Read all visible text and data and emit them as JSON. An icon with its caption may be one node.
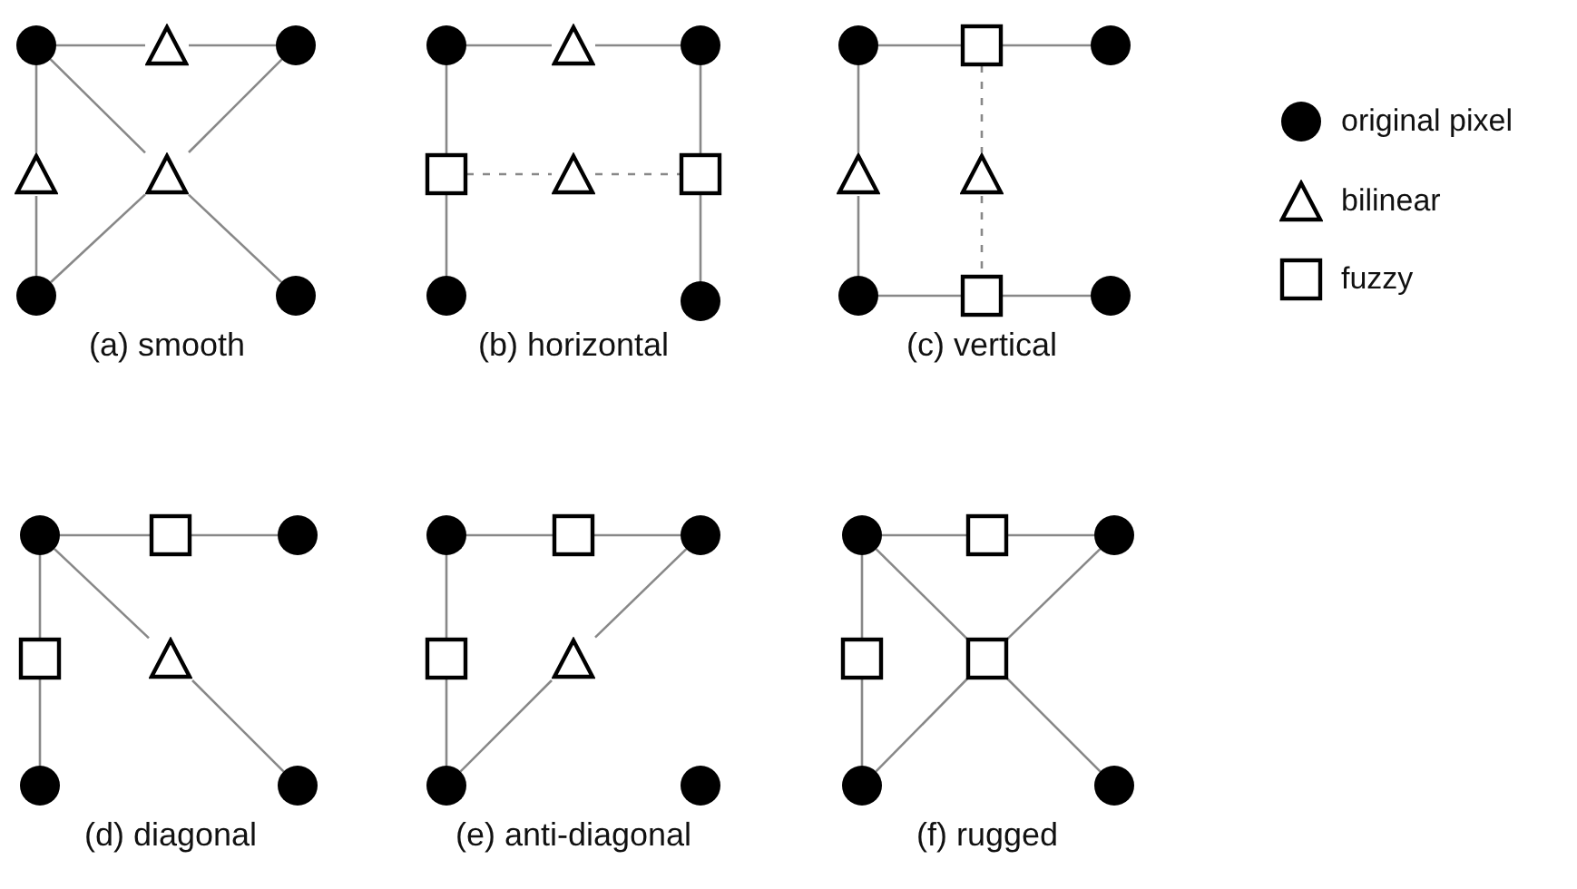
{
  "diagram": {
    "nodes": [
      {
        "text": [],
        "shape": "circle"
      },
      {
        "text": [],
        "shape": "triangle"
      },
      {
        "text": [],
        "shape": "circle"
      },
      {
        "text": [],
        "shape": "triangle"
      },
      {
        "text": [],
        "shape": "triangle"
      },
      {
        "text": [],
        "shape": "circle"
      },
      {
        "text": [],
        "shape": "circle"
      },
      {
        "text": [],
        "shape": "circle"
      },
      {
        "text": [],
        "shape": "triangle"
      },
      {
        "text": [],
        "shape": "circle"
      },
      {
        "text": [],
        "shape": "box"
      },
      {
        "text": [],
        "shape": "triangle"
      },
      {
        "text": [],
        "shape": "box"
      },
      {
        "text": [],
        "shape": "circle"
      },
      {
        "text": [],
        "shape": "circle"
      },
      {
        "text": [],
        "shape": "circle"
      },
      {
        "text": [],
        "shape": "box"
      },
      {
        "text": [],
        "shape": "circle"
      },
      {
        "text": [],
        "shape": "triangle"
      },
      {
        "text": [],
        "shape": "triangle"
      },
      {
        "text": [],
        "shape": "circle"
      },
      {
        "text": [],
        "shape": "box"
      },
      {
        "text": [],
        "shape": "circle"
      },
      {
        "text": [],
        "shape": "circle"
      },
      {
        "text": [],
        "shape": "box"
      },
      {
        "text": [],
        "shape": "circle"
      },
      {
        "text": [],
        "shape": "box"
      },
      {
        "text": [],
        "shape": "triangle"
      },
      {
        "text": [],
        "shape": "circle"
      },
      {
        "text": [],
        "shape": "circle"
      },
      {
        "text": [],
        "shape": "circle"
      },
      {
        "text": [],
        "shape": "box"
      },
      {
        "text": [],
        "shape": "circle"
      },
      {
        "text": [],
        "shape": "box"
      },
      {
        "text": [],
        "shape": "triangle"
      },
      {
        "text": [],
        "shape": "circle"
      },
      {
        "text": [],
        "shape": "circle"
      },
      {
        "text": [],
        "shape": "circle"
      },
      {
        "text": [],
        "shape": "box"
      },
      {
        "text": [],
        "shape": "circle"
      },
      {
        "text": [],
        "shape": "box"
      },
      {
        "text": [],
        "shape": "box"
      },
      {
        "text": [],
        "shape": "circle"
      },
      {
        "text": [],
        "shape": "circle"
      }
    ],
    "edges": [
      {
        "from": 0,
        "to": 1,
        "arrow": "none"
      },
      {
        "from": 1,
        "to": 2,
        "arrow": "none"
      },
      {
        "from": 0,
        "to": 3,
        "arrow": "none"
      },
      {
        "from": 3,
        "to": 5,
        "arrow": "none"
      },
      {
        "from": 0,
        "to": 4,
        "arrow": "none"
      },
      {
        "from": 2,
        "to": 4,
        "arrow": "none"
      },
      {
        "from": 4,
        "to": 5,
        "arrow": "none"
      },
      {
        "from": 4,
        "to": 6,
        "arrow": "none"
      },
      {
        "from": 7,
        "to": 8,
        "arrow": "none"
      },
      {
        "from": 8,
        "to": 9,
        "arrow": "none"
      },
      {
        "from": 7,
        "to": 10,
        "arrow": "none"
      },
      {
        "from": 10,
        "to": 13,
        "arrow": "none"
      },
      {
        "from": 9,
        "to": 12,
        "arrow": "none"
      },
      {
        "from": 12,
        "to": 14,
        "arrow": "none"
      },
      {
        "from": 10,
        "to": 11,
        "arrow": "none",
        "style": "dashed"
      },
      {
        "from": 11,
        "to": 12,
        "arrow": "none",
        "style": "dashed"
      },
      {
        "from": 15,
        "to": 16,
        "arrow": "none"
      },
      {
        "from": 16,
        "to": 17,
        "arrow": "none"
      },
      {
        "from": 15,
        "to": 18,
        "arrow": "none"
      },
      {
        "from": 18,
        "to": 20,
        "arrow": "none"
      },
      {
        "from": 20,
        "to": 21,
        "arrow": "none"
      },
      {
        "from": 21,
        "to": 22,
        "arrow": "none"
      },
      {
        "from": 16,
        "to": 19,
        "arrow": "none",
        "style": "dashed"
      },
      {
        "from": 19,
        "to": 21,
        "arrow": "none",
        "style": "dashed"
      },
      {
        "from": 23,
        "to": 24,
        "arrow": "none"
      },
      {
        "from": 24,
        "to": 25,
        "arrow": "none"
      },
      {
        "from": 23,
        "to": 26,
        "arrow": "none"
      },
      {
        "from": 26,
        "to": 28,
        "arrow": "none"
      },
      {
        "from": 23,
        "to": 27,
        "arrow": "none"
      },
      {
        "from": 27,
        "to": 29,
        "arrow": "none"
      },
      {
        "from": 30,
        "to": 31,
        "arrow": "none"
      },
      {
        "from": 31,
        "to": 32,
        "arrow": "none"
      },
      {
        "from": 30,
        "to": 33,
        "arrow": "none"
      },
      {
        "from": 33,
        "to": 35,
        "arrow": "none"
      },
      {
        "from": 35,
        "to": 34,
        "arrow": "none"
      },
      {
        "from": 34,
        "to": 32,
        "arrow": "none"
      },
      {
        "from": 37,
        "to": 38,
        "arrow": "none"
      },
      {
        "from": 38,
        "to": 39,
        "arrow": "none"
      },
      {
        "from": 37,
        "to": 40,
        "arrow": "none"
      },
      {
        "from": 40,
        "to": 42,
        "arrow": "none"
      },
      {
        "from": 37,
        "to": 41,
        "arrow": "none"
      },
      {
        "from": 39,
        "to": 41,
        "arrow": "none"
      },
      {
        "from": 41,
        "to": 42,
        "arrow": "none"
      },
      {
        "from": 41,
        "to": 43,
        "arrow": "none"
      }
    ],
    "labels": [
      "(a) smooth",
      "(b) horizontal",
      "(c) vertical",
      "(d) diagonal",
      "(e) anti-diagonal",
      "(f) rugged"
    ],
    "legend": [
      {
        "text": "original pixel"
      },
      {
        "text": "bilinear"
      },
      {
        "text": "fuzzy"
      }
    ]
  }
}
